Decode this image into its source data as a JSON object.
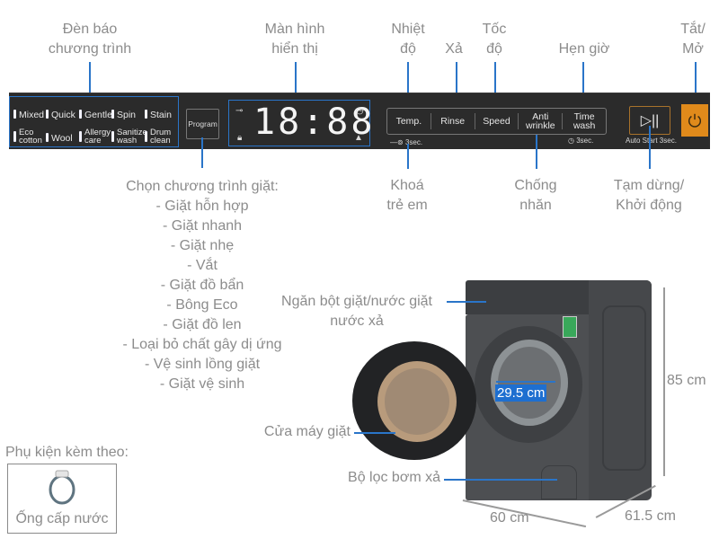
{
  "top_labels": {
    "program_lights": "Đèn báo\nchương trình",
    "program_lights_l1": "Đèn báo",
    "program_lights_l2": "chương trình",
    "display_l1": "Màn hình",
    "display_l2": "hiển thị",
    "temp_l1": "Nhiệt",
    "temp_l2": "độ",
    "rinse": "Xả",
    "speed_l1": "Tốc",
    "speed_l2": "độ",
    "timer": "Hẹn giờ",
    "power_l1": "Tắt/",
    "power_l2": "Mở"
  },
  "panel": {
    "programs": [
      {
        "label": "Mixed"
      },
      {
        "label": "Quick"
      },
      {
        "label": "Gentle"
      },
      {
        "label": "Spin"
      },
      {
        "label": "Stain"
      },
      {
        "label_l1": "Eco",
        "label_l2": "cotton"
      },
      {
        "label": "Wool"
      },
      {
        "label_l1": "Allergy",
        "label_l2": "care"
      },
      {
        "label_l1": "Sanitize",
        "label_l2": "wash"
      },
      {
        "label_l1": "Drum",
        "label_l2": "clean"
      }
    ],
    "program_button": "Program",
    "display_value": "18:88",
    "buttons": [
      {
        "label": "Temp."
      },
      {
        "label": "Rinse"
      },
      {
        "label": "Speed"
      },
      {
        "label_l1": "Anti",
        "label_l2": "wrinkle"
      },
      {
        "label_l1": "Time",
        "label_l2": "wash"
      }
    ],
    "child_lock_hint": "3sec.",
    "timer_hint": "3sec.",
    "auto_start_hint": "Auto Start 3sec.",
    "play_pause_glyph": "▷||",
    "power_glyph": "⏻",
    "accent_color": "#e08a1b",
    "highlight_color": "#2a75c9"
  },
  "bottom_labels": {
    "child_lock_l1": "Khoá",
    "child_lock_l2": "trẻ em",
    "anti_wrinkle_l1": "Chống",
    "anti_wrinkle_l2": "nhăn",
    "start_pause_l1": "Tạm dừng/",
    "start_pause_l2": "Khởi động"
  },
  "program_list": {
    "title": "Chọn chương trình giặt:",
    "items": [
      "- Giặt hỗn hợp",
      "- Giặt nhanh",
      "- Giặt nhẹ",
      "- Vắt",
      "- Giặt đồ bẩn",
      "- Bông Eco",
      "- Giặt đồ len",
      "- Loại bỏ chất gây dị ứng",
      "- Vệ sinh lồng giặt",
      "- Giặt vệ sinh"
    ]
  },
  "machine_labels": {
    "detergent_l1": "Ngăn bột giặt/nước giặt",
    "detergent_l2": "nước xả",
    "door": "Cửa máy giặt",
    "filter": "Bộ lọc bơm xả",
    "door_diameter": "29.5 cm",
    "height": "85 cm",
    "width": "60 cm",
    "depth": "61.5 cm"
  },
  "accessories": {
    "title": "Phụ kiện kèm theo:",
    "item": "Ống cấp nước"
  }
}
